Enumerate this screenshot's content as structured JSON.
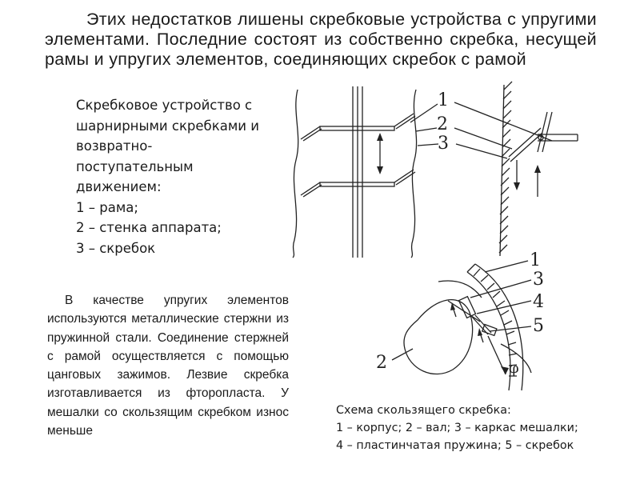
{
  "intro": {
    "text": "Этих недостатков лишены скребковые устройства с упругими элементами. Последние состоят из собственно скребка, несущей рамы и упругих элементов, соединяющих скребок с рамой"
  },
  "figure1": {
    "caption_lines": [
      "Скребковое устройство с",
      "шарнирными скребками и",
      "возвратно-",
      "поступательным",
      "движением:",
      "1 – рама;",
      "2 – стенка аппарата;",
      "3 – скребок"
    ],
    "labels": [
      "1",
      "2",
      "3"
    ]
  },
  "paragraph2": {
    "text": "В качестве упругих элементов используются металлические стержни из пружинной стали. Соединение стержней с рамой осуществляется с помощью цанговых зажимов. Лезвие скребка изготавливается из фторопласта. У мешалки со скользящим скребком износ меньше"
  },
  "figure2": {
    "caption_lines": [
      "Схема скользящего скребка:",
      "1 – корпус; 2 – вал; 3 – каркас мешалки;",
      "4 – пластинчатая пружина; 5 – скребок"
    ],
    "labels": [
      "1",
      "2",
      "3",
      "4",
      "5"
    ],
    "angle_label": "φ"
  }
}
